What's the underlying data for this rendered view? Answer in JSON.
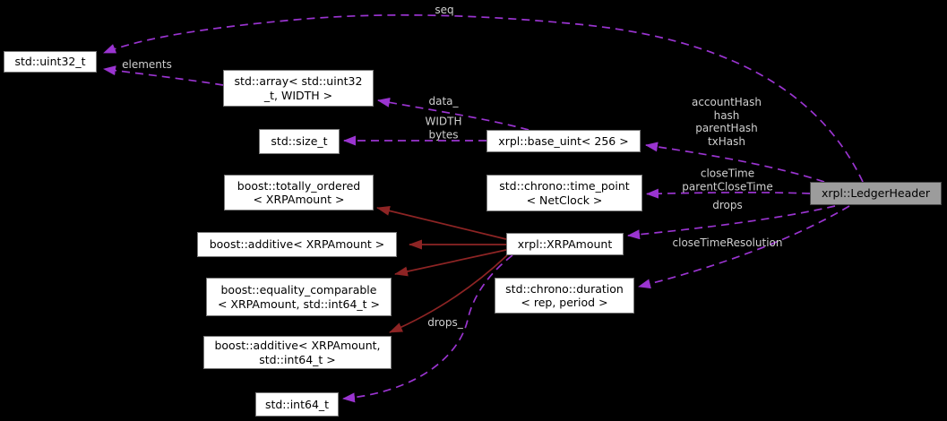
{
  "diagram": {
    "type": "collaboration-graph",
    "theme": {
      "background": "#000000",
      "node_fill": "#ffffff",
      "node_border": "#7a7a7a",
      "node_text": "#000000",
      "highlight_node_fill": "#9c9c9c",
      "highlight_node_border": "#4a4a4a",
      "usage_edge_color": "#9a34d0",
      "inheritance_edge_color": "#8d2424",
      "edge_label_color": "#cfcfcf"
    }
  },
  "nodes": {
    "uint32_t": {
      "label": "std::uint32_t"
    },
    "array": {
      "label": "std::array< std::uint32\n_t, WIDTH >"
    },
    "size_t": {
      "label": "std::size_t"
    },
    "base_uint": {
      "label": "xrpl::base_uint< 256 >"
    },
    "totally_ordered": {
      "label": "boost::totally_ordered\n< XRPAmount >"
    },
    "time_point": {
      "label": "std::chrono::time_point\n< NetClock >"
    },
    "ledger_header": {
      "label": "xrpl::LedgerHeader"
    },
    "additive": {
      "label": "boost::additive< XRPAmount >"
    },
    "xrp_amount": {
      "label": "xrpl::XRPAmount"
    },
    "equality_comparable": {
      "label": "boost::equality_comparable\n< XRPAmount, std::int64_t >"
    },
    "duration": {
      "label": "std::chrono::duration\n< rep, period >"
    },
    "additive_int64": {
      "label": "boost::additive< XRPAmount,\nstd::int64_t >"
    },
    "int64_t": {
      "label": "std::int64_t"
    }
  },
  "edges": {
    "seq": {
      "from": "xrpl::LedgerHeader",
      "to": "std::uint32_t",
      "label": "seq",
      "style": "usage-dashed"
    },
    "elements": {
      "from": "std::array< std::uint32_t, WIDTH >",
      "to": "std::uint32_t",
      "label": "elements",
      "style": "usage-dashed"
    },
    "data_member": {
      "from": "xrpl::base_uint< 256 >",
      "to": "std::array< std::uint32_t, WIDTH >",
      "label": "data_",
      "style": "usage-dashed"
    },
    "width_bytes": {
      "from": "xrpl::base_uint< 256 >",
      "to": "std::size_t",
      "label": "WIDTH\nbytes",
      "style": "usage-dashed"
    },
    "hashes": {
      "from": "xrpl::LedgerHeader",
      "to": "xrpl::base_uint< 256 >",
      "label": "accountHash\nhash\nparentHash\ntxHash",
      "style": "usage-dashed"
    },
    "close_times": {
      "from": "xrpl::LedgerHeader",
      "to": "std::chrono::time_point< NetClock >",
      "label": "closeTime\nparentCloseTime",
      "style": "usage-dashed"
    },
    "drops": {
      "from": "xrpl::LedgerHeader",
      "to": "xrpl::XRPAmount",
      "label": "drops",
      "style": "usage-dashed"
    },
    "close_time_resolution": {
      "from": "xrpl::LedgerHeader",
      "to": "std::chrono::duration< rep, period >",
      "label": "closeTimeResolution",
      "style": "usage-dashed"
    },
    "drops_member": {
      "from": "xrpl::XRPAmount",
      "to": "std::int64_t",
      "label": "drops_",
      "style": "usage-dashed"
    },
    "inherit_totally_ordered": {
      "from": "xrpl::XRPAmount",
      "to": "boost::totally_ordered< XRPAmount >",
      "label": "",
      "style": "inheritance-solid"
    },
    "inherit_additive": {
      "from": "xrpl::XRPAmount",
      "to": "boost::additive< XRPAmount >",
      "label": "",
      "style": "inheritance-solid"
    },
    "inherit_equality_comparable": {
      "from": "xrpl::XRPAmount",
      "to": "boost::equality_comparable< XRPAmount, std::int64_t >",
      "label": "",
      "style": "inheritance-solid"
    },
    "inherit_additive_int64": {
      "from": "xrpl::XRPAmount",
      "to": "boost::additive< XRPAmount, std::int64_t >",
      "label": "",
      "style": "inheritance-solid"
    }
  }
}
